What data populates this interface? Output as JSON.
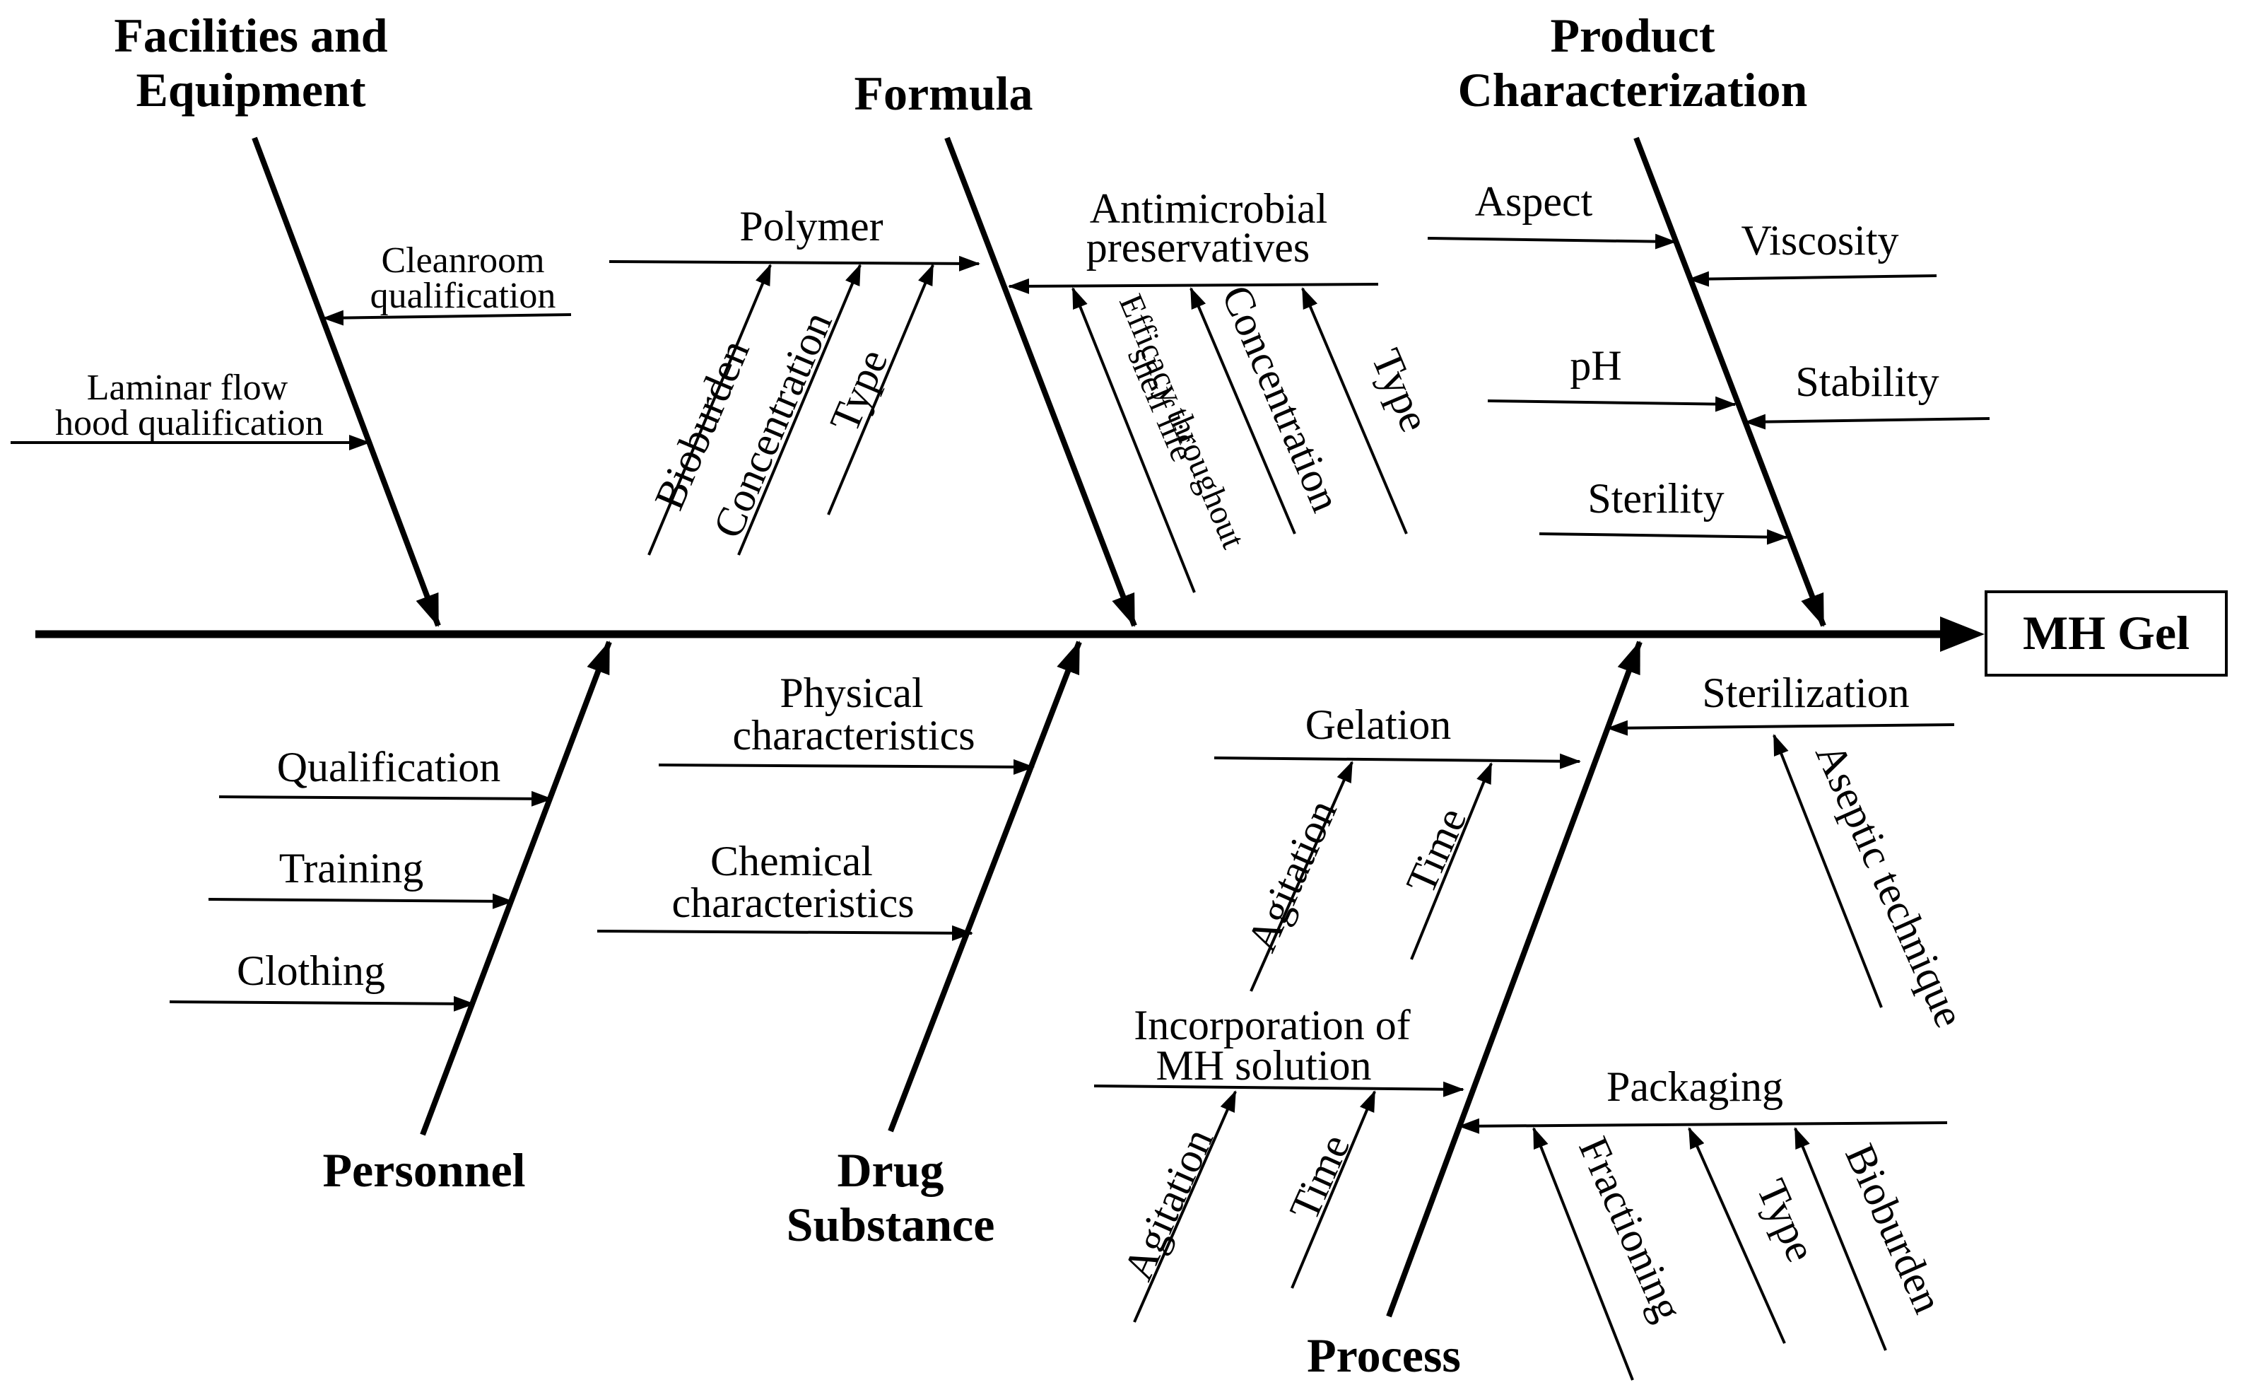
{
  "effect": "MH Gel",
  "categories": {
    "facilities": {
      "label_line1": "Facilities and",
      "label_line2": "Equipment",
      "causes": {
        "cleanroom_line1": "Cleanroom",
        "cleanroom_line2": "qualification",
        "laminar_line1": "Laminar flow",
        "laminar_line2": "hood qualification"
      }
    },
    "formula": {
      "label": "Formula",
      "polymer": {
        "label": "Polymer",
        "sub": [
          "Bioburden",
          "Concentration",
          "Type"
        ]
      },
      "antimicrobial": {
        "label_line1": "Antimicrobial",
        "label_line2": "preservatives",
        "sub_efficacy_line1": "Efficacy throughout",
        "sub_efficacy_line2": "shelf life",
        "sub": [
          "Concentration",
          "Type"
        ]
      }
    },
    "product": {
      "label_line1": "Product",
      "label_line2": "Characterization",
      "causes": [
        "Aspect",
        "Viscosity",
        "pH",
        "Stability",
        "Sterility"
      ]
    },
    "personnel": {
      "label": "Personnel",
      "causes": [
        "Qualification",
        "Training",
        "Clothing"
      ]
    },
    "drug": {
      "label_line1": "Drug",
      "label_line2": "Substance",
      "physical_line1": "Physical",
      "physical_line2": "characteristics",
      "chemical_line1": "Chemical",
      "chemical_line2": "characteristics"
    },
    "process": {
      "label": "Process",
      "gelation": {
        "label": "Gelation",
        "sub": [
          "Agitation",
          "Time"
        ]
      },
      "incorporation": {
        "label_line1": "Incorporation of",
        "label_line2": "MH solution",
        "sub": [
          "Agitation",
          "Time"
        ]
      },
      "sterilization": {
        "label": "Sterilization",
        "sub": [
          "Aseptic technique"
        ]
      },
      "packaging": {
        "label": "Packaging",
        "sub": [
          "Fractioning",
          "Type",
          "Bioburden"
        ]
      }
    }
  }
}
